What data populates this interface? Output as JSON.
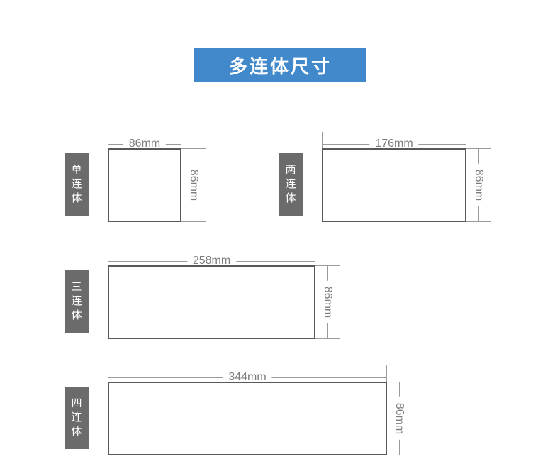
{
  "page": {
    "background_color": "#ffffff",
    "banner_color": "#4289cc",
    "label_chip_color": "#6b6b6b",
    "box_border_color": "#595959",
    "dimension_line_color": "#9a9a9a",
    "dimension_text_color": "#7d7d7d"
  },
  "header": {
    "title": "多连体尺寸"
  },
  "diagram": {
    "unit": "mm",
    "rows": [
      {
        "label": "单连体",
        "label_chars": [
          "单",
          "连",
          "体"
        ],
        "width_label": "86mm",
        "height_label": "86mm",
        "width_mm": 86,
        "height_mm": 86
      },
      {
        "label": "两连体",
        "label_chars": [
          "两",
          "连",
          "体"
        ],
        "width_label": "176mm",
        "height_label": "86mm",
        "width_mm": 176,
        "height_mm": 86
      },
      {
        "label": "三连体",
        "label_chars": [
          "三",
          "连",
          "体"
        ],
        "width_label": "258mm",
        "height_label": "86mm",
        "width_mm": 258,
        "height_mm": 86
      },
      {
        "label": "四连体",
        "label_chars": [
          "四",
          "连",
          "体"
        ],
        "width_label": "344mm",
        "height_label": "86mm",
        "width_mm": 344,
        "height_mm": 86
      }
    ]
  }
}
